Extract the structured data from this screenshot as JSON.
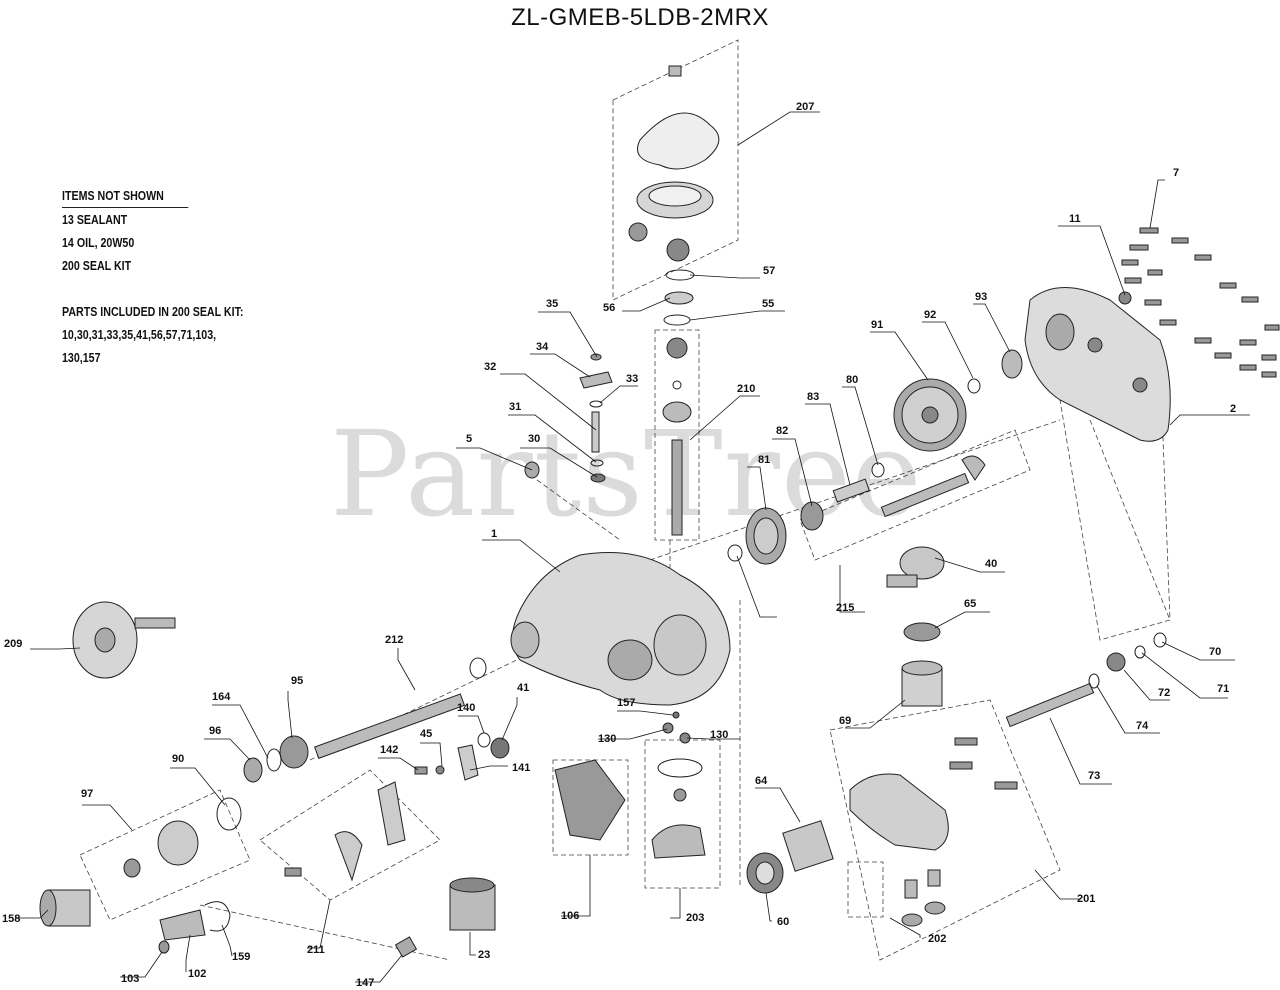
{
  "title": "ZL-GMEB-5LDB-2MRX",
  "watermark": "PartsTree",
  "notes": {
    "header": "ITEMS NOT SHOWN",
    "lines": [
      "13 SEALANT",
      "14 OIL, 20W50",
      "200 SEAL KIT"
    ],
    "kit_header": "PARTS INCLUDED IN 200 SEAL KIT:",
    "kit_lines": [
      "10,30,31,33,35,41,56,57,71,103,",
      "130,157"
    ]
  },
  "callouts": [
    "207",
    "57",
    "56",
    "55",
    "35",
    "34",
    "33",
    "32",
    "31",
    "30",
    "5",
    "210",
    "1",
    "7",
    "11",
    "93",
    "92",
    "91",
    "80",
    "83",
    "82",
    "81",
    "2",
    "40",
    "215",
    "65",
    "70",
    "71",
    "72",
    "74",
    "73",
    "69",
    "212",
    "209",
    "164",
    "95",
    "96",
    "90",
    "97",
    "41",
    "140",
    "45",
    "142",
    "141",
    "157",
    "130",
    "130",
    "64",
    "60",
    "106",
    "203",
    "201",
    "202",
    "158",
    "103",
    "102",
    "159",
    "211",
    "147",
    "23"
  ]
}
